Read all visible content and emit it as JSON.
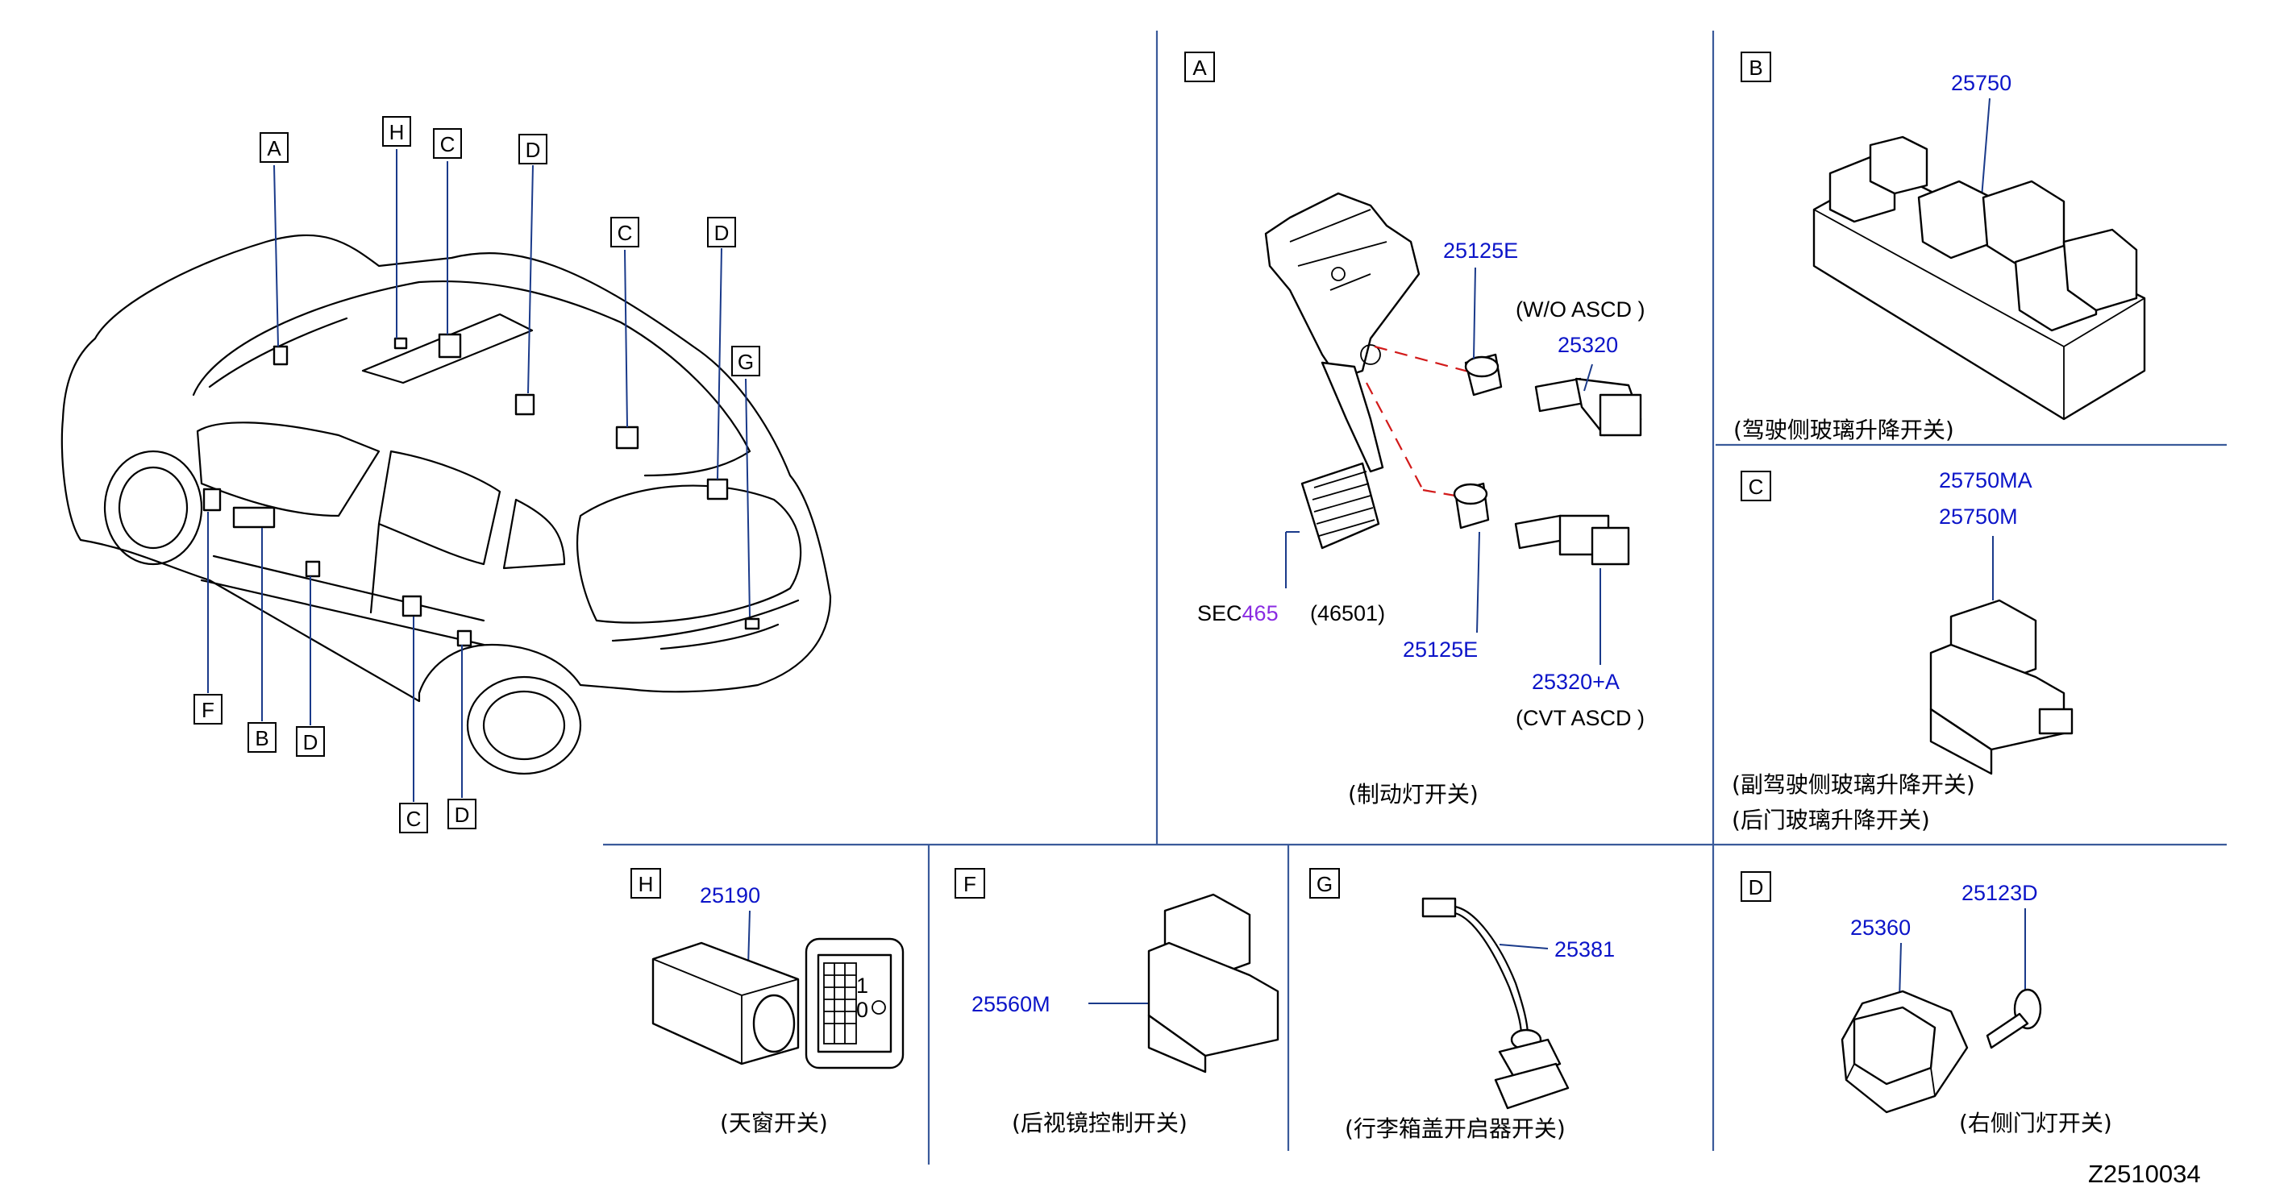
{
  "car_labels": {
    "top": [
      "A",
      "H",
      "C",
      "D",
      "C",
      "D",
      "G"
    ],
    "bottom": [
      "F",
      "B",
      "D",
      "C",
      "D"
    ]
  },
  "panels": {
    "A": {
      "tag": "A",
      "parts": [
        "25125E",
        "25320",
        "25125E",
        "25320+A"
      ],
      "notes": [
        "(W/O   ASCD )",
        "(CVT   ASCD )"
      ],
      "sec_prefix": "SEC",
      "sec_num": "465",
      "sec_ref": "(46501)",
      "caption": "(制动灯开关)"
    },
    "B": {
      "tag": "B",
      "parts": [
        "25750"
      ],
      "caption": "(驾驶侧玻璃升降开关)"
    },
    "C": {
      "tag": "C",
      "parts": [
        "25750MA",
        "25750M"
      ],
      "captions": [
        "(副驾驶侧玻璃升降开关)",
        "(后门玻璃升降开关)"
      ]
    },
    "H": {
      "tag": "H",
      "parts": [
        "25190"
      ],
      "caption": "(天窗开关)",
      "switch_marks": [
        "1",
        "0"
      ]
    },
    "F": {
      "tag": "F",
      "parts": [
        "25560M"
      ],
      "caption": "(后视镜控制开关)"
    },
    "G": {
      "tag": "G",
      "parts": [
        "25381"
      ],
      "caption": "(行李箱盖开启器开关)"
    },
    "D": {
      "tag": "D",
      "parts": [
        "25360",
        "25123D"
      ],
      "caption": "(右侧门灯开关)"
    }
  },
  "diagram_code": "Z2510034",
  "colors": {
    "part_number": "#0b14c8",
    "sec_highlight": "#8a2be2",
    "divider": "#3a5a9a",
    "dash": "#d21a1a"
  }
}
